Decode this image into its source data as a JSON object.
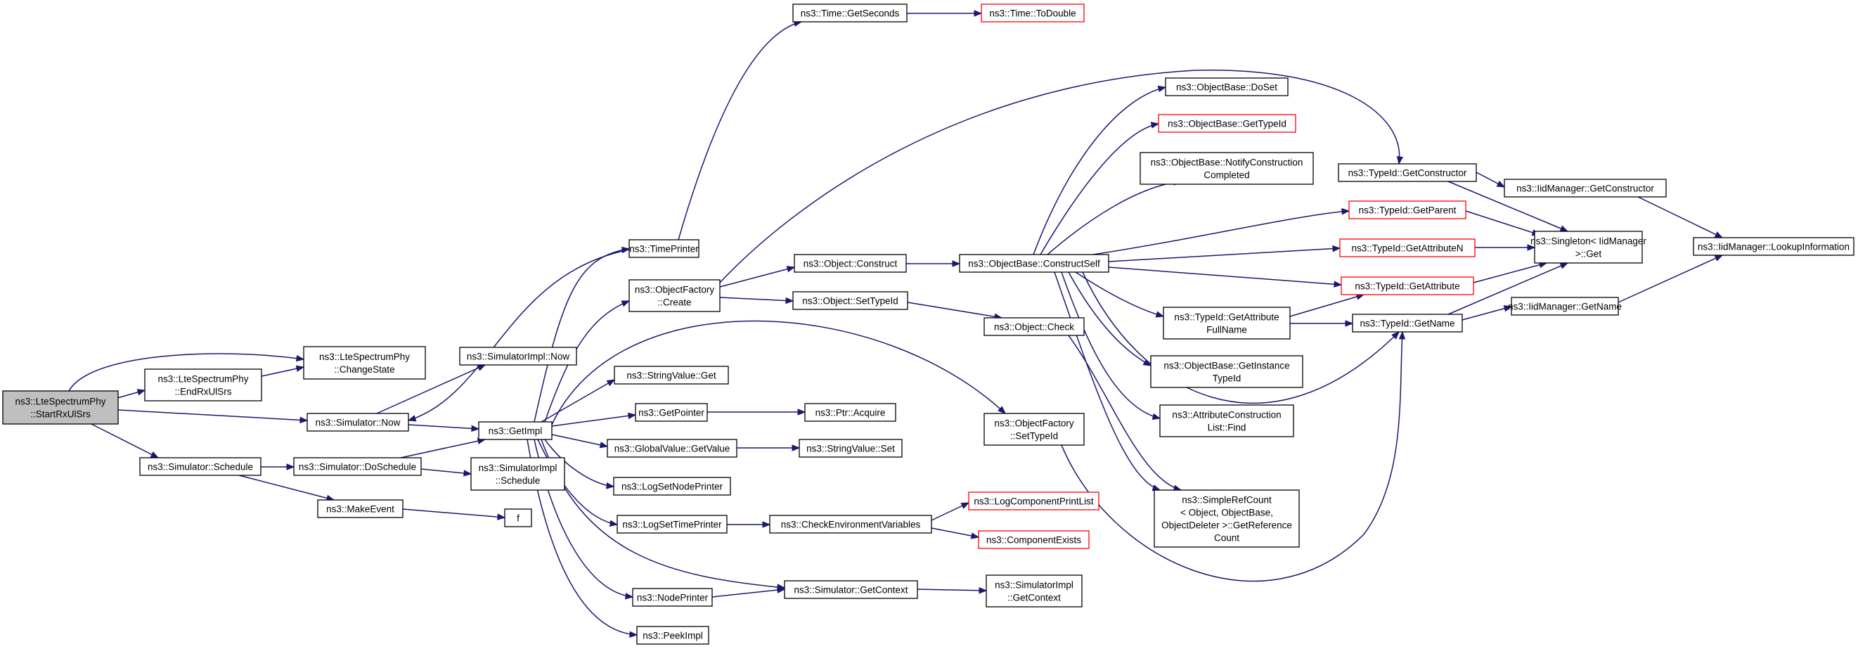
{
  "graph": {
    "title": "",
    "colors": {
      "edge": "#191970",
      "box_border": "#000000",
      "box_missing_border": "#ff0000",
      "root_fill": "#bfbfbf",
      "box_fill": "#ffffff"
    },
    "nodes": [
      {
        "id": "root",
        "lines": [
          "ns3::LteSpectrumPhy",
          "::StartRxUlSrs"
        ],
        "kind": "root"
      },
      {
        "id": "changestate",
        "lines": [
          "ns3::LteSpectrumPhy",
          "::ChangeState"
        ],
        "kind": "normal"
      },
      {
        "id": "endrx",
        "lines": [
          "ns3::LteSpectrumPhy",
          "::EndRxUlSrs"
        ],
        "kind": "normal"
      },
      {
        "id": "simnow",
        "lines": [
          "ns3::Simulator::Now"
        ],
        "kind": "normal"
      },
      {
        "id": "simschedule",
        "lines": [
          "ns3::Simulator::Schedule"
        ],
        "kind": "normal"
      },
      {
        "id": "simimplnow",
        "lines": [
          "ns3::SimulatorImpl::Now"
        ],
        "kind": "normal"
      },
      {
        "id": "getimpl",
        "lines": [
          "ns3::GetImpl"
        ],
        "kind": "normal"
      },
      {
        "id": "doschedule",
        "lines": [
          "ns3::Simulator::DoSchedule"
        ],
        "kind": "normal"
      },
      {
        "id": "simimplschedule",
        "lines": [
          "ns3::SimulatorImpl",
          "::Schedule"
        ],
        "kind": "normal"
      },
      {
        "id": "makeevent",
        "lines": [
          "ns3::MakeEvent"
        ],
        "kind": "normal"
      },
      {
        "id": "f",
        "lines": [
          "f"
        ],
        "kind": "normal"
      },
      {
        "id": "timeprinter",
        "lines": [
          "ns3::TimePrinter"
        ],
        "kind": "normal"
      },
      {
        "id": "ofcreate",
        "lines": [
          "ns3::ObjectFactory",
          "::Create"
        ],
        "kind": "normal"
      },
      {
        "id": "strget",
        "lines": [
          "ns3::StringValue::Get"
        ],
        "kind": "normal"
      },
      {
        "id": "getpointer",
        "lines": [
          "ns3::GetPointer"
        ],
        "kind": "normal"
      },
      {
        "id": "gvget",
        "lines": [
          "ns3::GlobalValue::GetValue"
        ],
        "kind": "normal"
      },
      {
        "id": "lognode",
        "lines": [
          "ns3::LogSetNodePrinter"
        ],
        "kind": "normal"
      },
      {
        "id": "logtime",
        "lines": [
          "ns3::LogSetTimePrinter"
        ],
        "kind": "normal"
      },
      {
        "id": "nodeprinter",
        "lines": [
          "ns3::NodePrinter"
        ],
        "kind": "normal"
      },
      {
        "id": "peekimpl",
        "lines": [
          "ns3::PeekImpl"
        ],
        "kind": "normal"
      },
      {
        "id": "gettimesec",
        "lines": [
          "ns3::Time::GetSeconds"
        ],
        "kind": "normal"
      },
      {
        "id": "todouble",
        "lines": [
          "ns3::Time::ToDouble"
        ],
        "kind": "missing"
      },
      {
        "id": "objconstruct",
        "lines": [
          "ns3::Object::Construct"
        ],
        "kind": "normal"
      },
      {
        "id": "objsettypeid",
        "lines": [
          "ns3::Object::SetTypeId"
        ],
        "kind": "normal"
      },
      {
        "id": "ptracquire",
        "lines": [
          "ns3::Ptr::Acquire"
        ],
        "kind": "normal"
      },
      {
        "id": "strset",
        "lines": [
          "ns3::StringValue::Set"
        ],
        "kind": "normal"
      },
      {
        "id": "checkenv",
        "lines": [
          "ns3::CheckEnvironmentVariables"
        ],
        "kind": "normal"
      },
      {
        "id": "simgetcontext",
        "lines": [
          "ns3::Simulator::GetContext"
        ],
        "kind": "normal"
      },
      {
        "id": "obcs",
        "lines": [
          "ns3::ObjectBase::ConstructSelf"
        ],
        "kind": "normal"
      },
      {
        "id": "objcheck",
        "lines": [
          "ns3::Object::Check"
        ],
        "kind": "normal"
      },
      {
        "id": "ofsettypeid",
        "lines": [
          "ns3::ObjectFactory",
          "::SetTypeId"
        ],
        "kind": "normal"
      },
      {
        "id": "logcpl",
        "lines": [
          "ns3::LogComponentPrintList"
        ],
        "kind": "missing"
      },
      {
        "id": "compexists",
        "lines": [
          "ns3::ComponentExists"
        ],
        "kind": "missing"
      },
      {
        "id": "simimplgetctx",
        "lines": [
          "ns3::SimulatorImpl",
          "::GetContext"
        ],
        "kind": "normal"
      },
      {
        "id": "obdoset",
        "lines": [
          "ns3::ObjectBase::DoSet"
        ],
        "kind": "normal"
      },
      {
        "id": "obgettypeid",
        "lines": [
          "ns3::ObjectBase::GetTypeId"
        ],
        "kind": "missing"
      },
      {
        "id": "obnotify",
        "lines": [
          "ns3::ObjectBase::NotifyConstruction",
          "Completed"
        ],
        "kind": "normal"
      },
      {
        "id": "tidattrfull",
        "lines": [
          "ns3::TypeId::GetAttribute",
          "FullName"
        ],
        "kind": "normal"
      },
      {
        "id": "obgetinst",
        "lines": [
          "ns3::ObjectBase::GetInstance",
          "TypeId"
        ],
        "kind": "normal"
      },
      {
        "id": "acfind",
        "lines": [
          "ns3::AttributeConstruction",
          "List::Find"
        ],
        "kind": "normal"
      },
      {
        "id": "srcgetref",
        "lines": [
          "ns3::SimpleRefCount",
          "< Object, ObjectBase,",
          " ObjectDeleter >::GetReference",
          "Count"
        ],
        "kind": "normal"
      },
      {
        "id": "tidgetctor",
        "lines": [
          "ns3::TypeId::GetConstructor"
        ],
        "kind": "normal"
      },
      {
        "id": "tidgetparent",
        "lines": [
          "ns3::TypeId::GetParent"
        ],
        "kind": "missing"
      },
      {
        "id": "tidgetattrn",
        "lines": [
          "ns3::TypeId::GetAttributeN"
        ],
        "kind": "missing"
      },
      {
        "id": "tidgetattr",
        "lines": [
          "ns3::TypeId::GetAttribute"
        ],
        "kind": "missing"
      },
      {
        "id": "tidgetname",
        "lines": [
          "ns3::TypeId::GetName"
        ],
        "kind": "normal"
      },
      {
        "id": "iidgetctor",
        "lines": [
          "ns3::IidManager::GetConstructor"
        ],
        "kind": "normal"
      },
      {
        "id": "singleton",
        "lines": [
          "ns3::Singleton< IidManager",
          " >::Get"
        ],
        "kind": "normal"
      },
      {
        "id": "iidgetname",
        "lines": [
          "ns3::IidManager::GetName"
        ],
        "kind": "normal"
      },
      {
        "id": "iidlookup",
        "lines": [
          "ns3::IidManager::LookupInformation"
        ],
        "kind": "normal"
      }
    ]
  }
}
